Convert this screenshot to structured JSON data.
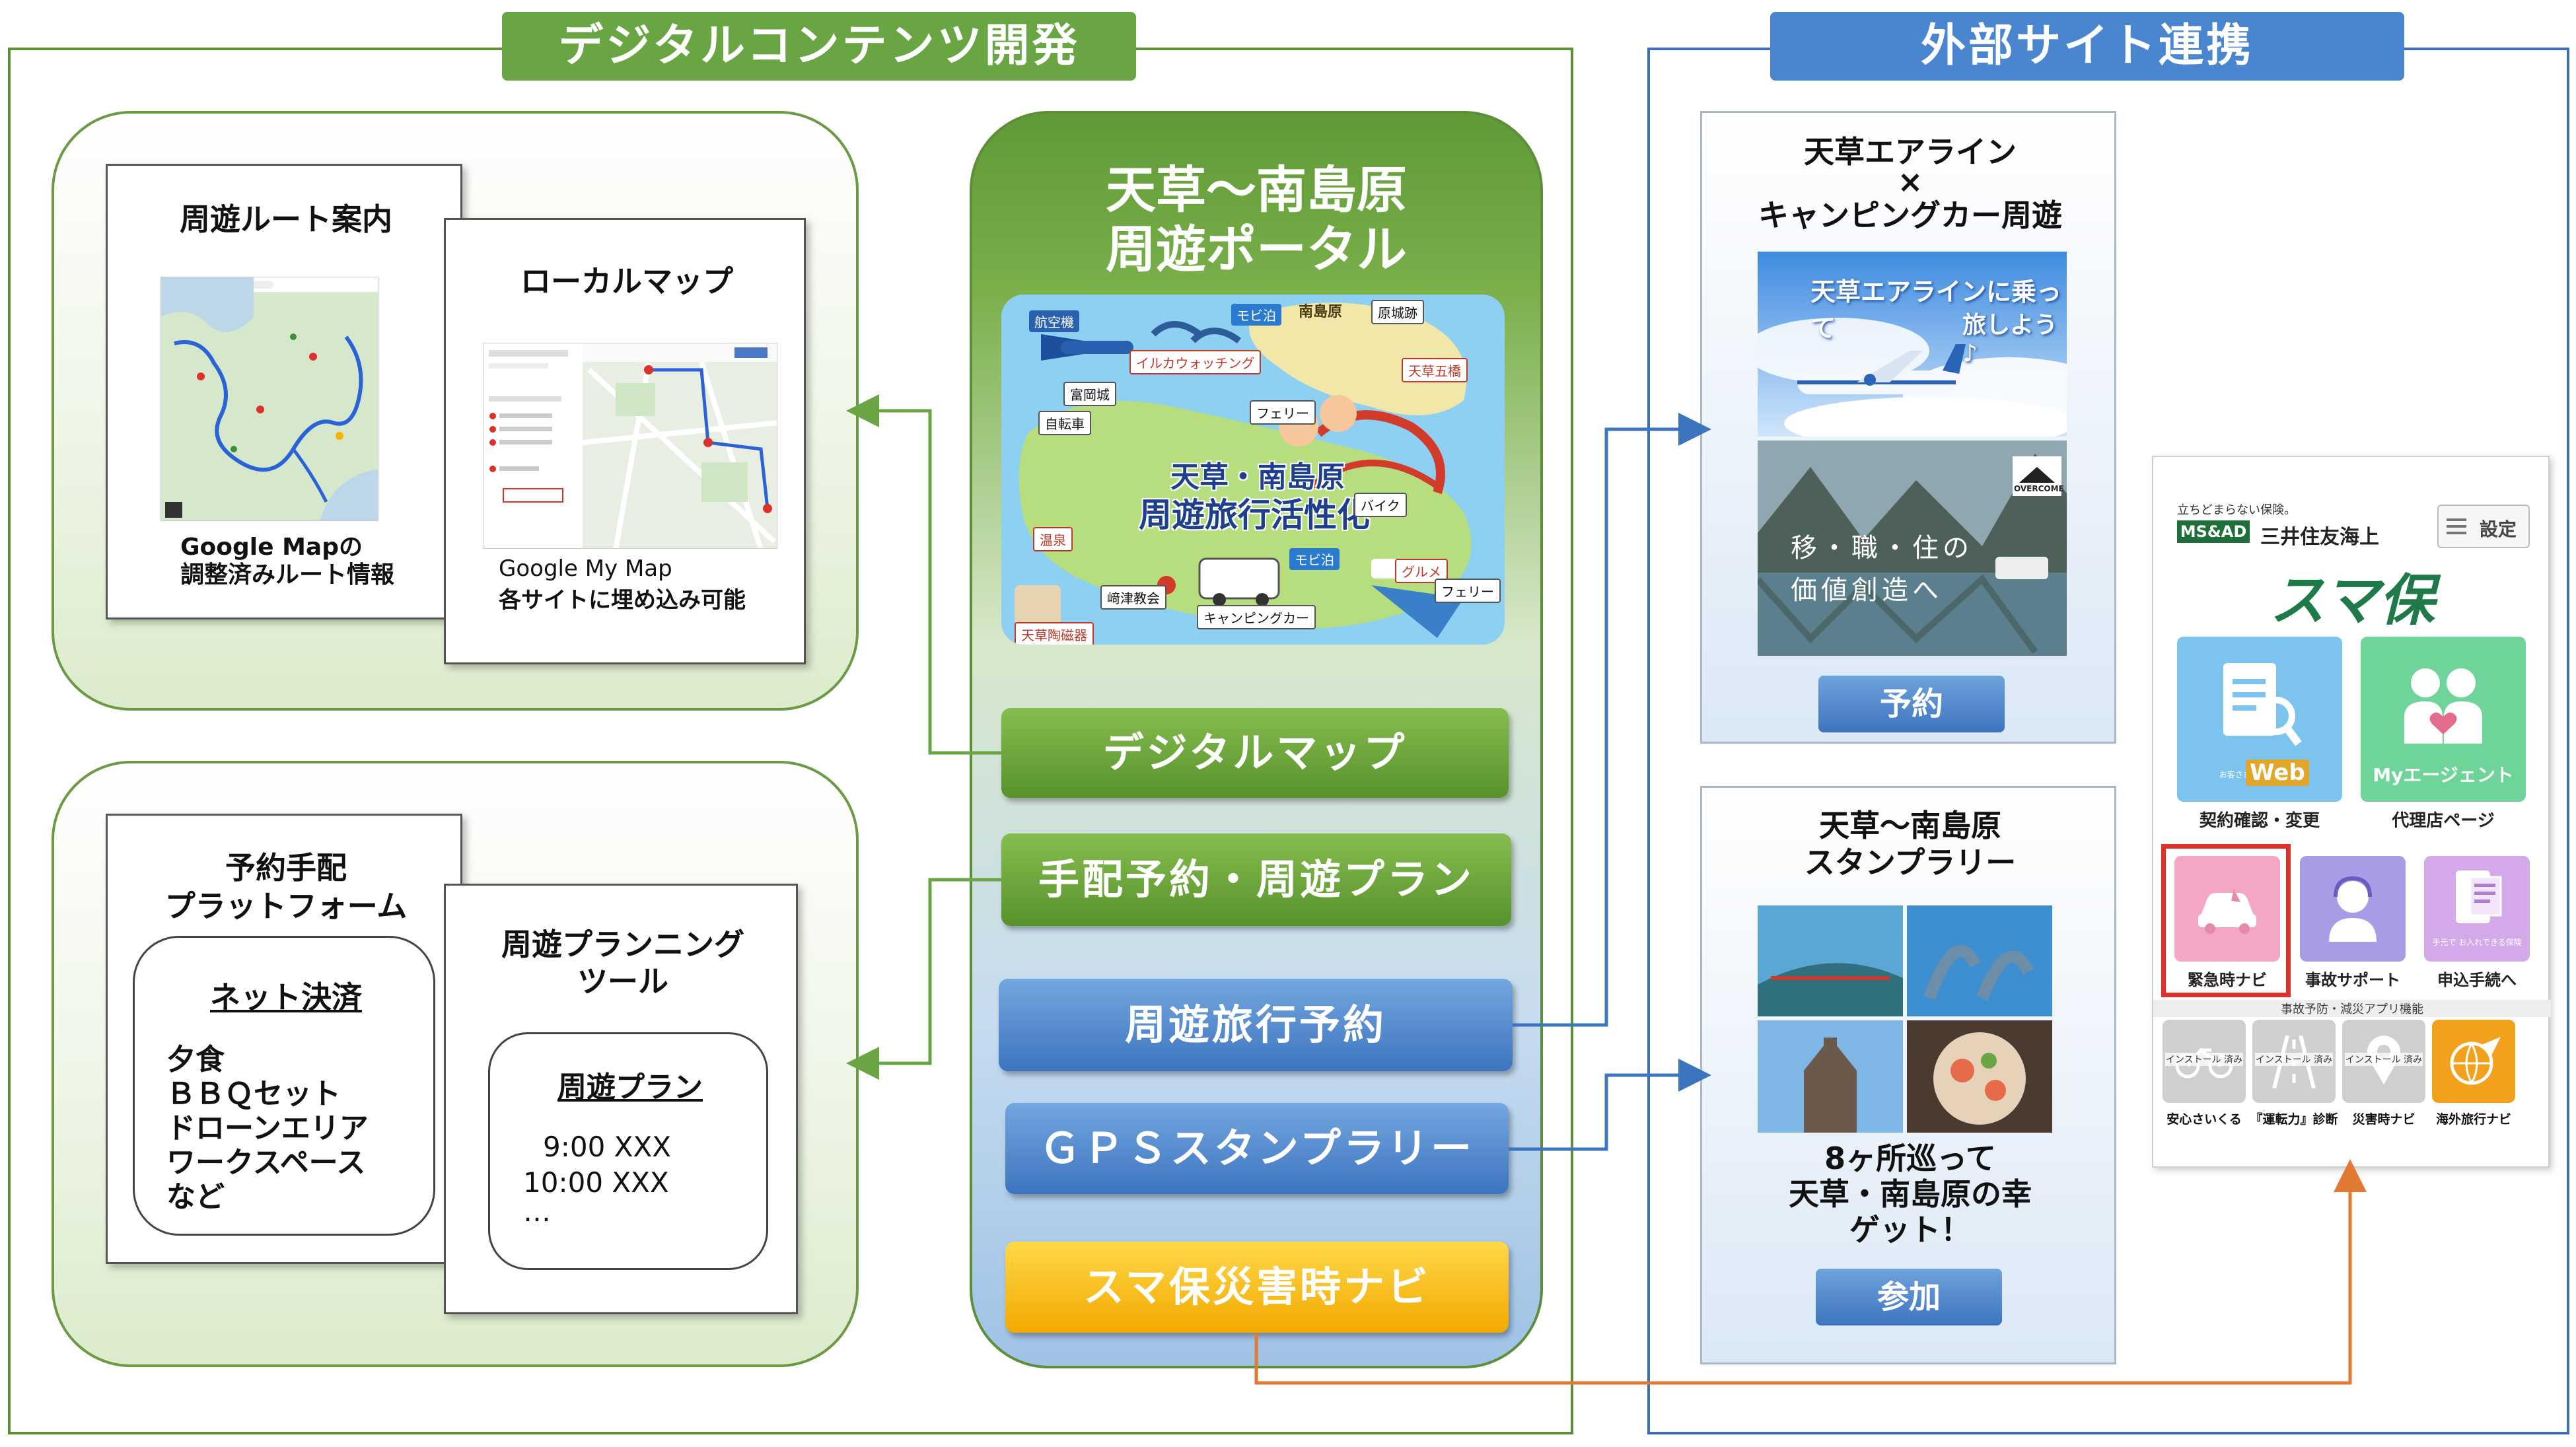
{
  "left_section": {
    "title": "デジタルコンテンツ開発",
    "route_card": {
      "title": "周遊ルート案内",
      "caption1": "Google Mapの",
      "caption2": "調整済みルート情報"
    },
    "local_card": {
      "title": "ローカルマップ",
      "caption1": "Google My Map",
      "caption2": "各サイトに埋め込み可能"
    },
    "booking_card": {
      "title1": "予約手配",
      "title2": "プラットフォーム",
      "pay_title": "ネット決済",
      "items": [
        "夕食",
        "ＢＢＱセット",
        "ドローンエリア",
        "ワークスペース",
        "など"
      ]
    },
    "planning_card": {
      "title1": "周遊プランニング",
      "title2": "ツール",
      "plan_title": "周遊プラン",
      "items": [
        "9:00 XXX",
        "10:00 XXX",
        "…"
      ]
    }
  },
  "portal": {
    "title1": "天草〜南島原",
    "title2": "周遊ポータル",
    "illustration": {
      "main_line1": "天草・南島原",
      "main_line2": "周遊旅行活性化",
      "labels": [
        "航空機",
        "イルカウォッチング",
        "モビ泊",
        "南島原",
        "原城跡",
        "富岡城",
        "自転車",
        "フェリー",
        "天草五橋",
        "温泉",
        "バイク",
        "グルメ",
        "﨑津教会",
        "キャンピングカー",
        "天草陶磁器",
        "フェリー",
        "モビ泊"
      ]
    },
    "buttons": {
      "digital_map": "デジタルマップ",
      "reservation_plan": "手配予約・周遊プラン",
      "tour_booking": "周遊旅行予約",
      "gps_stamp": "ＧＰＳスタンプラリー",
      "disaster_navi": "スマ保災害時ナビ"
    }
  },
  "right_section": {
    "title": "外部サイト連携",
    "airline_card": {
      "line1": "天草エアライン",
      "line2": "×",
      "line3": "キャンピングカー周遊",
      "banner_text1": "天草エアラインに乗って",
      "banner_text2": "旅しよう♪",
      "logo_text": "OVERCOME",
      "photo_text1": "移・職・住の",
      "photo_text2": "価値創造へ",
      "button": "予約"
    },
    "stamp_card": {
      "title1": "天草〜南島原",
      "title2": "スタンプラリー",
      "desc1": "8ヶ所巡って",
      "desc2": "天草・南島原の幸",
      "desc3": "ゲット！",
      "button": "参加"
    },
    "app": {
      "tagline": "立ちどまらない保険。",
      "brand_badge": "MS&AD",
      "company": "三井住友海上",
      "settings": "設定",
      "app_name": "スマ保",
      "tile_web": "Web",
      "tile_web_small": "お客さまWebサービス",
      "tile_agent": "Myエージェント",
      "label_contract": "契約確認・変更",
      "label_agent": "代理店ページ",
      "label_emergency": "緊急時ナビ",
      "label_support": "事故サポート",
      "label_apply": "申込手続へ",
      "apply_small": "手元で お入れできる保険",
      "section_label": "事故予防・減災アプリ機能",
      "install_badge": "インストール 済み",
      "label_safe": "安心さいくる",
      "label_drive": "『運転力』診断",
      "label_disaster": "災害時ナビ",
      "label_travel": "海外旅行ナビ"
    }
  },
  "colors": {
    "green": "#6aa544",
    "blue": "#3d74be",
    "yellow": "#f4b400",
    "orange": "#e07a32",
    "highlight_red": "#e0302a"
  }
}
